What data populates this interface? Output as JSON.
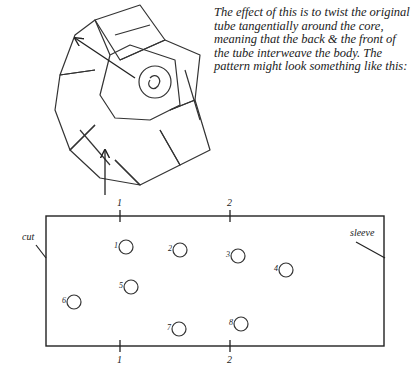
{
  "diagram": {
    "labels": [
      "The effect of this is to twist the original tube tangentially around the core, meaning that the back & the front of the tube interweave the body. The pattern might look something like this:",
      "1",
      "2",
      "1",
      "2",
      "cut",
      "sleeve",
      "1",
      "2",
      "3",
      "4",
      "5",
      "6",
      "7",
      "8"
    ]
  }
}
